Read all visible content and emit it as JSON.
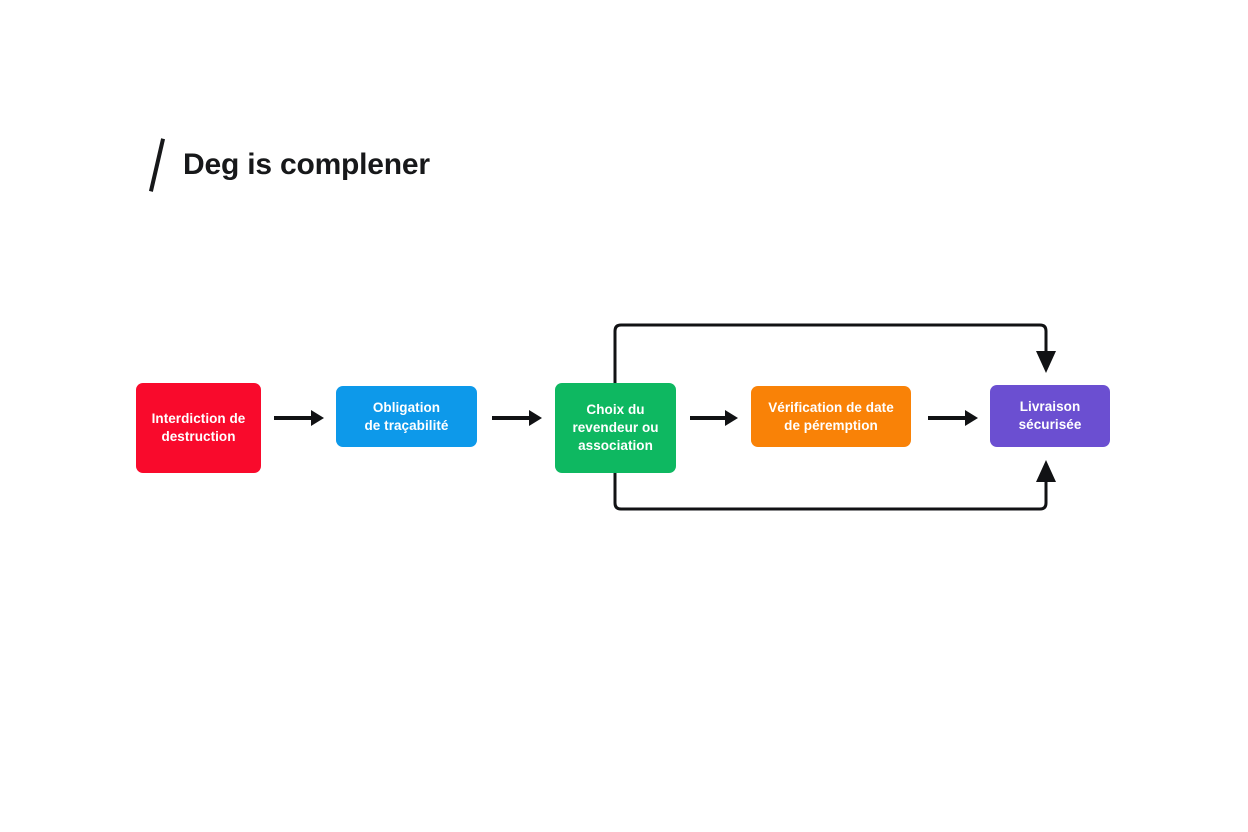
{
  "page": {
    "background_color": "#ffffff",
    "title": "Deg is complener",
    "title_color": "#17181a",
    "slash_mark": "/"
  },
  "diagram": {
    "type": "process-flow",
    "orientation": "left-to-right",
    "nodes": [
      {
        "id": "node-0",
        "label": "Interdiction de destruction",
        "label_lines": [
          "Interdiction de",
          "destruction"
        ],
        "color": "#f90a2c",
        "text_color": "#ffffff"
      },
      {
        "id": "node-1",
        "label": "Obligation de traçabilité",
        "label_lines": [
          "Obligation",
          "de traçabilité"
        ],
        "color": "#0d99ea",
        "text_color": "#ffffff"
      },
      {
        "id": "node-2",
        "label": "Choix du revendeur ou association",
        "label_lines": [
          "Choix du",
          "revendeur ou",
          "association"
        ],
        "color": "#0eb861",
        "text_color": "#ffffff"
      },
      {
        "id": "node-3",
        "label": "Vérification de date de péremption",
        "label_lines": [
          "Vérification de date",
          "de péremption"
        ],
        "color": "#f98207",
        "text_color": "#ffffff"
      },
      {
        "id": "node-4",
        "label": "Livraison sécurisée",
        "label_lines": [
          "Livraison",
          "sécurisée"
        ],
        "color": "#6b4fd1",
        "text_color": "#ffffff"
      }
    ],
    "connectors": [
      {
        "id": "arrow-0",
        "from": "node-0",
        "to": "node-1",
        "style": "straight",
        "color": "#111214"
      },
      {
        "id": "arrow-1",
        "from": "node-1",
        "to": "node-2",
        "style": "straight",
        "color": "#111214"
      },
      {
        "id": "arrow-2",
        "from": "node-2",
        "to": "node-3",
        "style": "straight",
        "color": "#111214"
      },
      {
        "id": "arrow-3",
        "from": "node-3",
        "to": "node-4",
        "style": "straight",
        "color": "#111214"
      },
      {
        "id": "loop-top",
        "from": "node-2",
        "to": "node-4",
        "style": "elbow-over",
        "color": "#111214"
      },
      {
        "id": "loop-bottom",
        "from": "node-2",
        "to": "node-4",
        "style": "elbow-under",
        "color": "#111214"
      }
    ]
  }
}
